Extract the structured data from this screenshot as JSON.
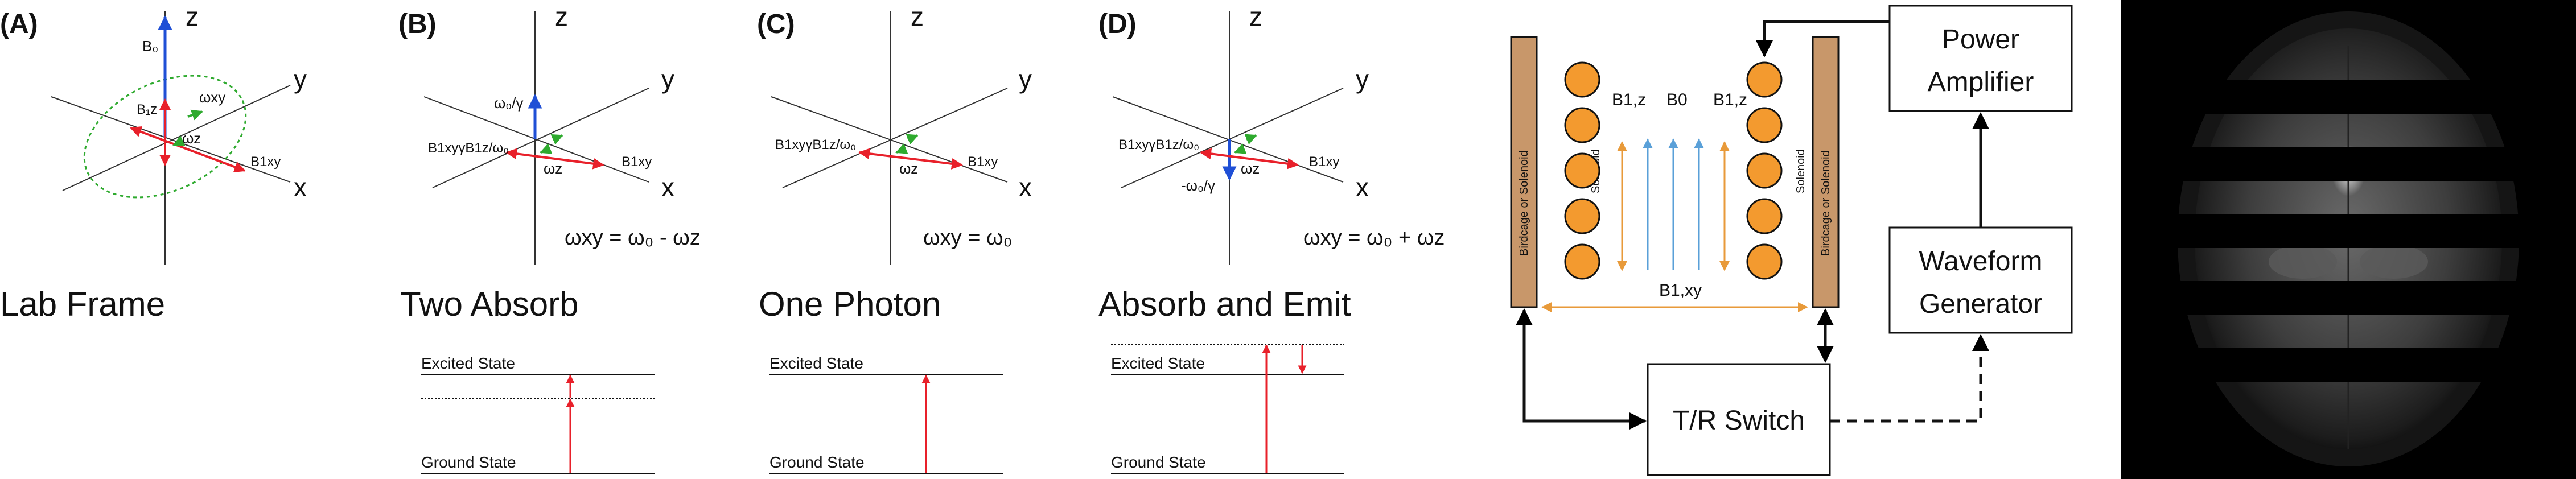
{
  "panels": [
    {
      "id": "A",
      "tag": "(A)",
      "caption": "Lab Frame",
      "axes": {
        "z": "z",
        "y": "y",
        "x": "x"
      },
      "labels": {
        "b0": "B₀",
        "b1z": "B₁z",
        "wxy": "ωxy",
        "wz": "ωz",
        "b1xy": "B1xy"
      }
    },
    {
      "id": "B",
      "tag": "(B)",
      "caption": "Two Absorb",
      "axes": {
        "z": "z",
        "y": "y",
        "x": "x"
      },
      "labels": {
        "vec_z": "ω₀/γ",
        "b_eff": "B1xyγB1z/ω₀",
        "wz": "ωz",
        "b1xy": "B1xy"
      },
      "equation": "ωxy = ω₀ - ωz",
      "energy": {
        "excited": "Excited State",
        "ground": "Ground State"
      }
    },
    {
      "id": "C",
      "tag": "(C)",
      "caption": "One Photon",
      "axes": {
        "z": "z",
        "y": "y",
        "x": "x"
      },
      "labels": {
        "b_eff": "B1xyγB1z/ω₀",
        "wz": "ωz",
        "b1xy": "B1xy"
      },
      "equation": "ωxy = ω₀",
      "energy": {
        "excited": "Excited State",
        "ground": "Ground State"
      }
    },
    {
      "id": "D",
      "tag": "(D)",
      "caption": "Absorb and Emit",
      "axes": {
        "z": "z",
        "y": "y",
        "x": "x"
      },
      "labels": {
        "vec_z": "-ω₀/γ",
        "b_eff": "B1xyγB1z/ω₀",
        "wz": "ωz",
        "b1xy": "B1xy"
      },
      "equation": "ωxy = ω₀ + ωz",
      "energy": {
        "excited": "Excited State",
        "ground": "Ground State"
      }
    }
  ],
  "hardware": {
    "coil_left": "Birdcage or Solenoid",
    "coil_right_inner": "Solenoid",
    "coil_left_inner": "Solenoid",
    "coil_right": "Birdcage or Solenoid",
    "field_b1z_left": "B1,z",
    "field_b0": "B0",
    "field_b1z_right": "B1,z",
    "field_b1xy": "B1,xy",
    "power_amplifier": [
      "Power",
      "Amplifier"
    ],
    "waveform_generator": [
      "Waveform",
      "Generator"
    ],
    "tr_switch": "T/R Switch"
  },
  "colors": {
    "b0_blue": "#1f4fd6",
    "red_vector": "#e8202a",
    "green_omega": "#2eaa2e",
    "coil_tan": "#c8976a",
    "ball_orange": "#f39a2f",
    "field_orange": "#e89a3a",
    "field_blue": "#5aa0d8"
  },
  "image": {
    "description_icon": "brain-mri-slice"
  }
}
